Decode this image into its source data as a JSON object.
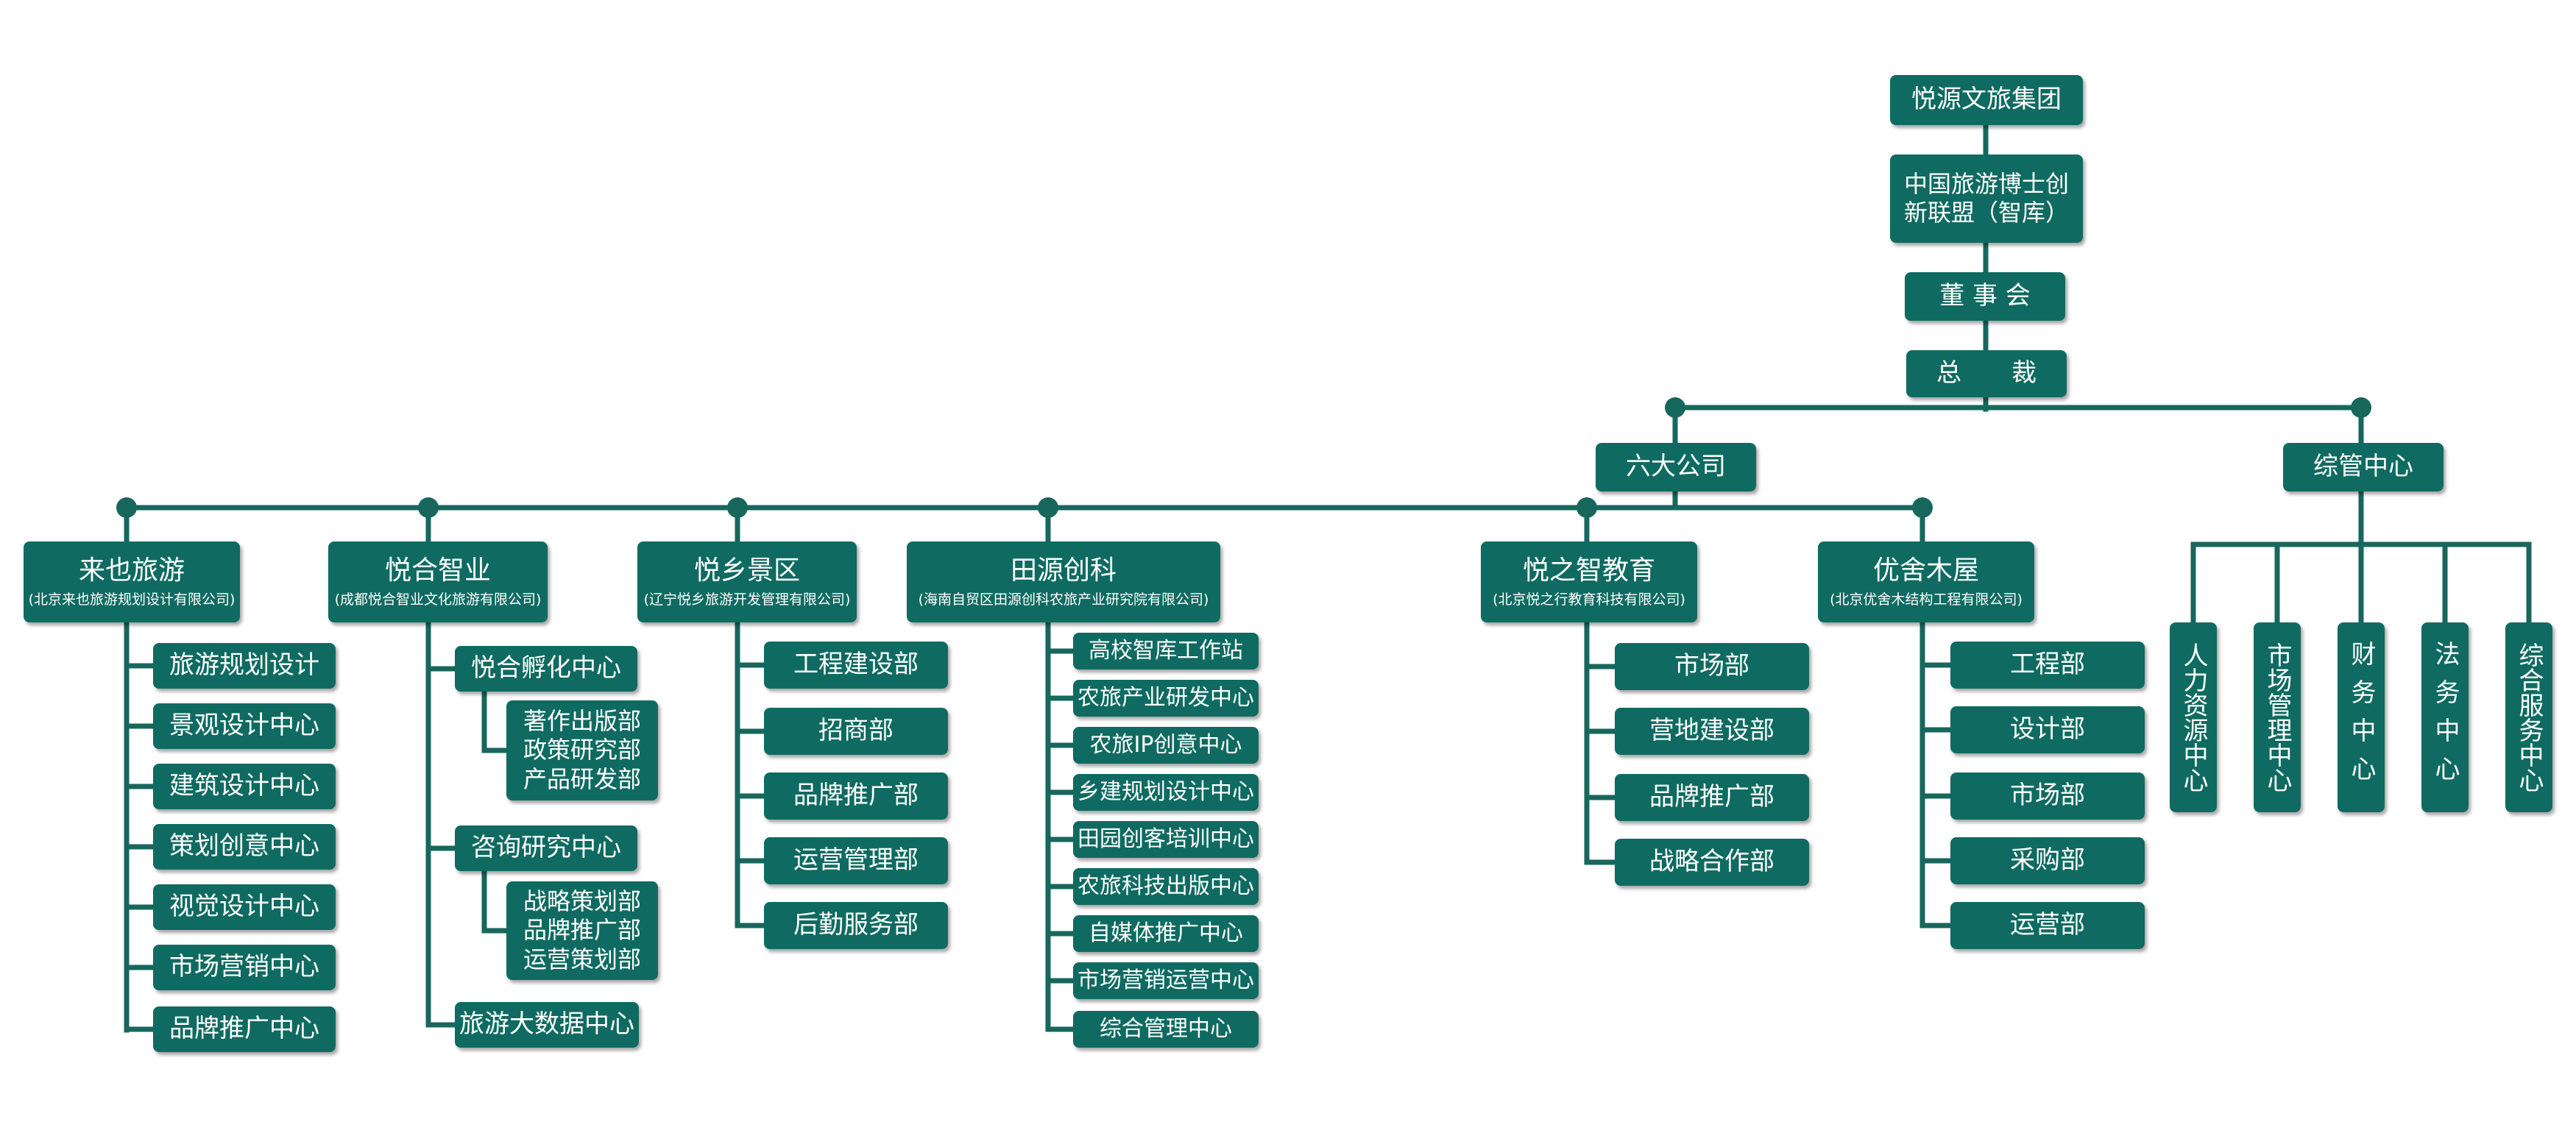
{
  "colors": {
    "box": "#0f6b61",
    "line": "#17675d",
    "text": "#ffffff"
  },
  "group": "悦源文旅集团",
  "thinktank": "中国旅游博士创新联盟（智库）",
  "board": "董 事 会",
  "president": "总　　裁",
  "six_companies": "六大公司",
  "admin_center": "综管中心",
  "companies": [
    {
      "name": "来也旅游",
      "legal": "(北京来也旅游规划设计有限公司)",
      "depts": [
        "旅游规划设计",
        "景观设计中心",
        "建筑设计中心",
        "策划创意中心",
        "视觉设计中心",
        "市场营销中心",
        "品牌推广中心"
      ]
    },
    {
      "name": "悦合智业",
      "legal": "(成都悦合智业文化旅游有限公司)",
      "centers": [
        {
          "name": "悦合孵化中心",
          "subs": [
            "著作出版部",
            "政策研究部",
            "产品研发部"
          ]
        },
        {
          "name": "咨询研究中心",
          "subs": [
            "战略策划部",
            "品牌推广部",
            "运营策划部"
          ]
        },
        {
          "name": "旅游大数据中心",
          "subs": []
        }
      ]
    },
    {
      "name": "悦乡景区",
      "legal": "(辽宁悦乡旅游开发管理有限公司)",
      "depts": [
        "工程建设部",
        "招商部",
        "品牌推广部",
        "运营管理部",
        "后勤服务部"
      ]
    },
    {
      "name": "田源创科",
      "legal": "(海南自贸区田源创科农旅产业研究院有限公司)",
      "depts": [
        "高校智库工作站",
        "农旅产业研发中心",
        "农旅IP创意中心",
        "乡建规划设计中心",
        "田园创客培训中心",
        "农旅科技出版中心",
        "自媒体推广中心",
        "市场营销运营中心",
        "综合管理中心"
      ]
    },
    {
      "name": "悦之智教育",
      "legal": "(北京悦之行教育科技有限公司)",
      "depts": [
        "市场部",
        "营地建设部",
        "品牌推广部",
        "战略合作部"
      ]
    },
    {
      "name": "优舍木屋",
      "legal": "(北京优舍木结构工程有限公司)",
      "depts": [
        "工程部",
        "设计部",
        "市场部",
        "采购部",
        "运营部"
      ]
    }
  ],
  "admin_depts": [
    "人力资源中心",
    "市场管理中心",
    "财务中心",
    "法务中心",
    "综合服务中心"
  ]
}
